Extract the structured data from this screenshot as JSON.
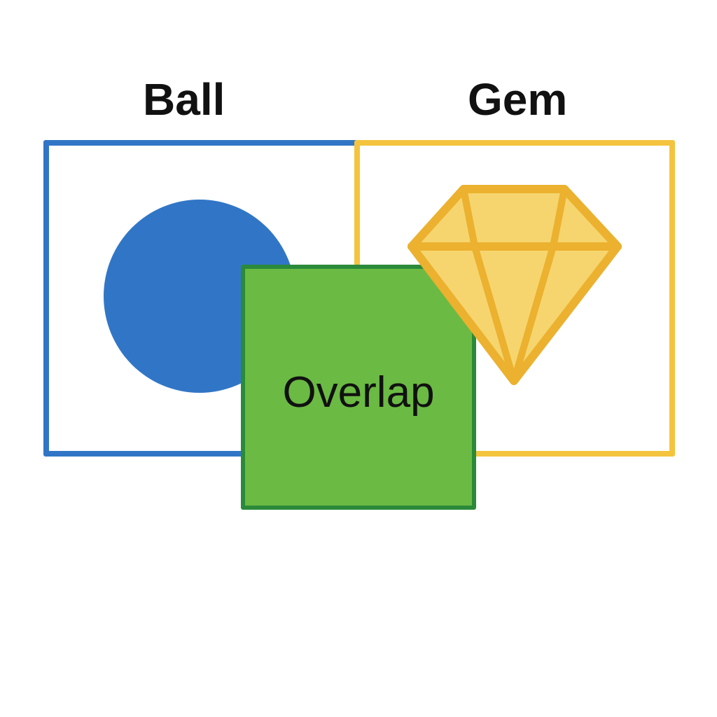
{
  "labels": {
    "ball": "Ball",
    "gem": "Gem",
    "overlap": "Overlap"
  },
  "colors": {
    "ball_border": "#3176c6",
    "ball_fill": "#3176c6",
    "gem_border": "#f4c43e",
    "gem_fill": "#f6d56e",
    "gem_stroke": "#ebb12f",
    "overlap_fill": "#6bba43",
    "overlap_border": "#2b8a3a",
    "text": "#111111"
  },
  "icons": {
    "ball": "circle",
    "gem": "diamond-gem"
  }
}
